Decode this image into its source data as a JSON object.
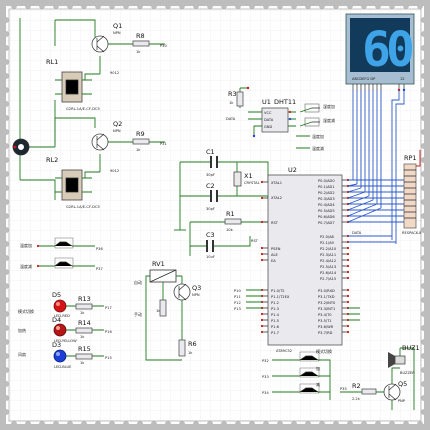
{
  "display": {
    "value_tens": "6",
    "value_ones": "0",
    "seg_label": "ABCDEFG DP",
    "seg_num": "12"
  },
  "transistors": {
    "q1": {
      "ref": "Q1",
      "type": "NPN"
    },
    "q2": {
      "ref": "Q2",
      "type": "NPN"
    },
    "q3": {
      "ref": "Q3",
      "type": "NPN"
    },
    "q5": {
      "ref": "Q5",
      "type": "PNP"
    }
  },
  "relays": {
    "rl1": {
      "ref": "RL1",
      "part": "G2RL-1A/E-CF-DC5"
    },
    "rl2": {
      "ref": "RL2",
      "part": "G2RL-1A/E-CF-DC5"
    }
  },
  "resistors": {
    "r1": {
      "ref": "R1",
      "val": "10k"
    },
    "r2": {
      "ref": "R2",
      "val": "2.2k"
    },
    "r3": {
      "ref": "R3",
      "val": "1k"
    },
    "r6": {
      "ref": "R6",
      "val": "1k"
    },
    "r8": {
      "ref": "R8",
      "val": "1k"
    },
    "r9": {
      "ref": "R9",
      "val": "1k"
    },
    "r13": {
      "ref": "R13",
      "val": "1k"
    },
    "r14": {
      "ref": "R14",
      "val": "1k"
    },
    "r15": {
      "ref": "R15",
      "val": "1k"
    },
    "rv1": {
      "ref": "RV1",
      "val": "1k"
    },
    "rp1": {
      "ref": "RP1",
      "val": "RESPACK-8"
    }
  },
  "capacitors": {
    "c1": {
      "ref": "C1",
      "val": "30pF"
    },
    "c2": {
      "ref": "C2",
      "val": "30pF"
    },
    "c3": {
      "ref": "C3",
      "val": "10uF"
    }
  },
  "crystal": {
    "ref": "X1",
    "val": "CRYSTAL"
  },
  "mcu": {
    "ref": "U2",
    "part": "AT89C52",
    "pins_left": [
      "XTAL1",
      "XTAL2",
      "RST",
      "PSEN",
      "ALE",
      "EA"
    ],
    "p1": [
      "P1.0/T2",
      "P1.1/T2EX",
      "P1.2",
      "P1.3",
      "P1.4",
      "P1.5",
      "P1.6",
      "P1.7"
    ],
    "p0": [
      "P0.0/AD0",
      "P0.1/AD1",
      "P0.2/AD2",
      "P0.3/AD3",
      "P0.4/AD4",
      "P0.5/AD5",
      "P0.6/AD6",
      "P0.7/AD7"
    ],
    "p2": [
      "P2.0/A8",
      "P2.1/A9",
      "P2.2/A10",
      "P2.3/A11",
      "P2.4/A12",
      "P2.5/A13",
      "P2.6/A14",
      "P2.7/A15"
    ],
    "p3": [
      "P3.0/RXD",
      "P3.1/TXD",
      "P3.2/INT0",
      "P3.3/INT1",
      "P3.4/T0",
      "P3.5/T1",
      "P3.6/WR",
      "P3.7/RD"
    ]
  },
  "sensor": {
    "ref": "U1",
    "part": "DHT11",
    "pins": [
      "VCC",
      "DATA",
      "GND"
    ],
    "data_net": "DATA"
  },
  "leds": {
    "d5": {
      "ref": "D5",
      "part": "LED-RED"
    },
    "d4": {
      "ref": "D4",
      "part": "LED-YELLOW"
    },
    "d3": {
      "ref": "D3",
      "part": "LED-BLUE"
    }
  },
  "buzzer": {
    "ref": "BUZ1",
    "part": "BUZZER"
  },
  "labels": {
    "temp_up": "温度加",
    "temp_down": "温度减",
    "hum_up": "湿度加",
    "hum_down": "湿度减",
    "mode_switch": "模式切换",
    "add": "加",
    "sub": "减",
    "auto": "自动",
    "manual": "手动",
    "heat": "加热",
    "fan": "风扇",
    "data": "DATA",
    "rst": "RST"
  },
  "colors": {
    "wire": "#1f7a1f",
    "blue_wire": "#2c58c9",
    "pin_red": "#d21414",
    "segment": "#3fa3e8"
  }
}
